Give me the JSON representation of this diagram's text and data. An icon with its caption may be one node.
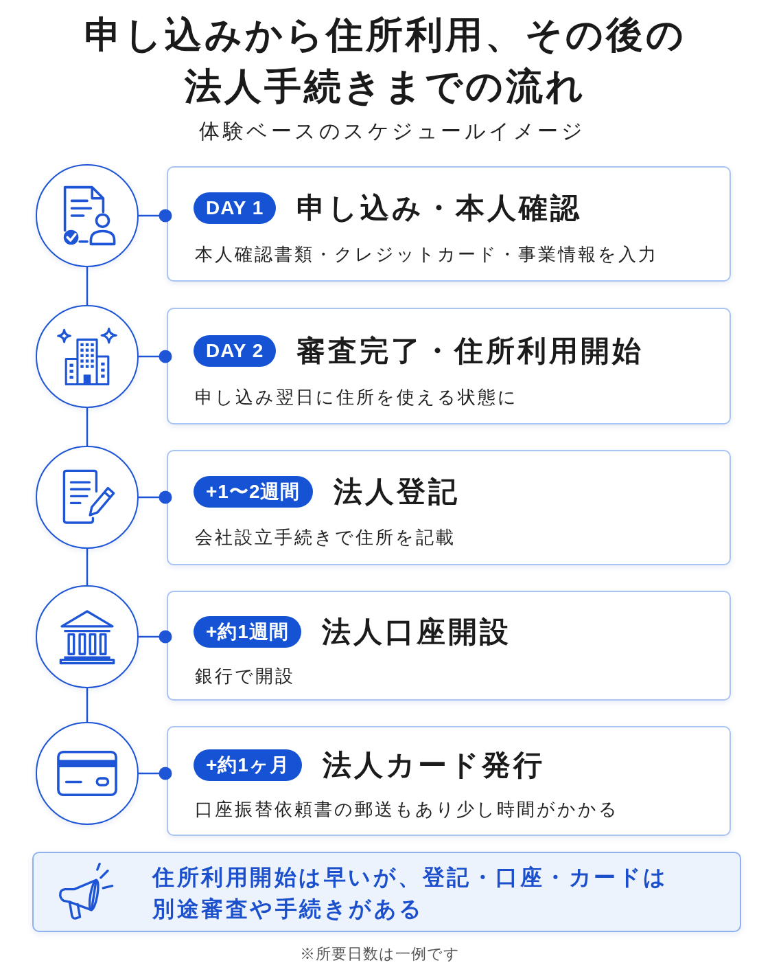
{
  "diagram": {
    "title": "申し込みから住所利用、その後の法人手続きまでの流れ",
    "nodes": [
      {
        "text": [],
        "shape": "circle"
      },
      {
        "text": [
          "申し込み・本人確認",
          "本人確認書類・クレジットカード・事業情報を入力"
        ]
      },
      {
        "text": [
          "DAY 1"
        ],
        "in": 1
      },
      {
        "text": [],
        "shape": "circle"
      },
      {
        "text": [
          "審査完了・住所利用開始",
          "申し込み翌日に住所を使える状態に"
        ]
      },
      {
        "text": [
          "DAY 2"
        ],
        "in": 4
      },
      {
        "text": [],
        "shape": "circle"
      },
      {
        "text": [
          "法人登記",
          "会社設立手続きで住所を記載"
        ]
      },
      {
        "text": [
          "+1〜2週間"
        ],
        "in": 7
      },
      {
        "text": [],
        "shape": "circle"
      },
      {
        "text": [
          "法人口座開設",
          "銀行で開設"
        ]
      },
      {
        "text": [
          "+約1週間"
        ],
        "in": 10
      },
      {
        "text": [],
        "shape": "circle"
      },
      {
        "text": [
          "法人カード発行",
          "口座振替依頼書の郵送もあり少し時間がかかる"
        ]
      },
      {
        "text": [
          "+約1ヶ月"
        ],
        "in": 13
      },
      {
        "text": [
          "住所利用開始は早いが、登記・口座・カードは別途審査や手続きがある"
        ]
      }
    ],
    "edges": [
      {
        "from": 0,
        "to": 1,
        "arrow": "other"
      },
      {
        "from": 0,
        "to": 3,
        "arrow": "none"
      },
      {
        "from": 3,
        "to": 4,
        "arrow": "other"
      },
      {
        "from": 3,
        "to": 6,
        "arrow": "none"
      },
      {
        "from": 6,
        "to": 7,
        "arrow": "other"
      },
      {
        "from": 6,
        "to": 9,
        "arrow": "none"
      },
      {
        "from": 9,
        "to": 10,
        "arrow": "other"
      },
      {
        "from": 9,
        "to": 12,
        "arrow": "none"
      },
      {
        "from": 12,
        "to": 13,
        "arrow": "other"
      }
    ],
    "labels": [
      "体験ベースのスケジュールイメージ",
      "※所要日数は一例です"
    ]
  }
}
